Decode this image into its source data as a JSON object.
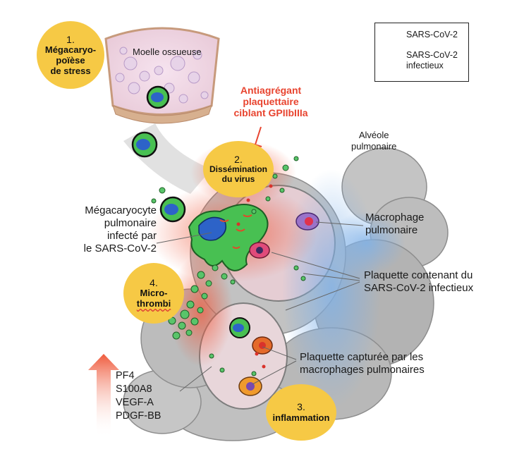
{
  "legend": {
    "virus_label": "SARS-CoV-2",
    "infectious_label_line1": "SARS-CoV-2",
    "infectious_label_line2": "infectieux",
    "virus_color": "#d9322b",
    "rna_color": "#e8673a"
  },
  "steps": [
    {
      "number": "1.",
      "lines": [
        "Mégacaryo-",
        "poïèse",
        "de stress"
      ]
    },
    {
      "number": "2.",
      "lines": [
        "Dissémination",
        "du virus"
      ]
    },
    {
      "number": "3.",
      "lines": [
        "inflammation"
      ]
    },
    {
      "number": "4.",
      "lines": [
        "Micro-",
        "thrombi"
      ]
    }
  ],
  "labels": {
    "bone_marrow": "Moelle ossueuse",
    "antiplatelet": [
      "Antiagrégant",
      "plaquettaire",
      "ciblant GPIIbIIIa"
    ],
    "alveolus": [
      "Alvéole",
      "pulmonaire"
    ],
    "megakaryocyte": [
      "Mégacaryocyte",
      "pulmonaire",
      "infecté par",
      "le SARS-CoV-2"
    ],
    "macrophage": [
      "Macrophage",
      "pulmonaire"
    ],
    "platelet_virus": [
      "Plaquette contenant du",
      "SARS-CoV-2 infectieux"
    ],
    "platelet_captured": [
      "Plaquette capturée par les",
      "macrophages pulmonaires"
    ]
  },
  "factors": [
    "PF4",
    "S100A8",
    "VEGF-A",
    "PDGF-BB"
  ],
  "colors": {
    "bubble": "#f6c945",
    "accent_red": "#e8442f",
    "megakaryocyte_green": "#3fbf4a",
    "nucleus_blue": "#2d63c8",
    "lung_grey": "#b9b9b9",
    "macrophage_blue": "#8fb8e6"
  }
}
